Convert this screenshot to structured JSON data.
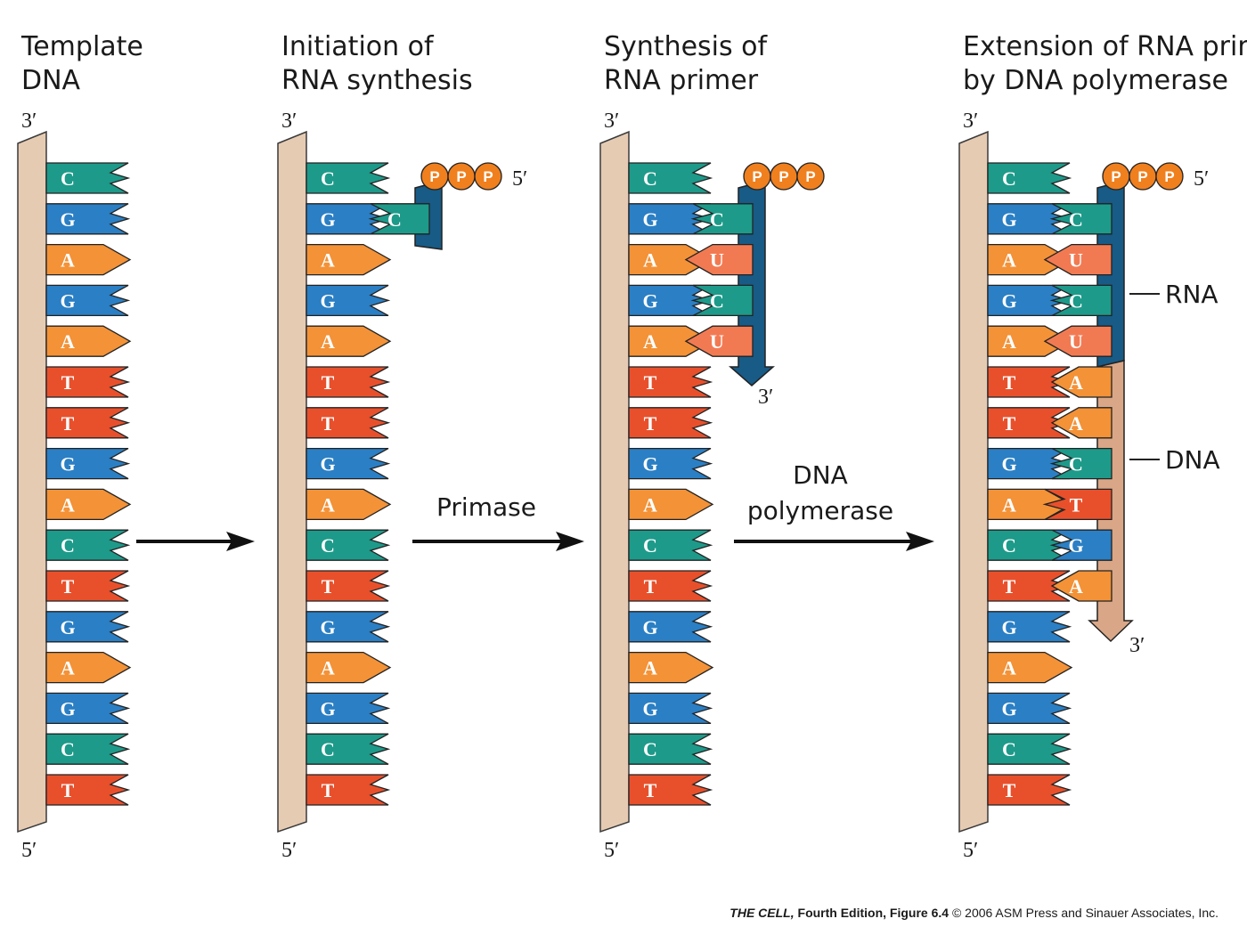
{
  "panels": [
    {
      "title": [
        "Template",
        "DNA"
      ],
      "template_top": "3′",
      "template_bottom": "5′",
      "template_bases": [
        "C",
        "G",
        "A",
        "G",
        "A",
        "T",
        "T",
        "G",
        "A",
        "C",
        "T",
        "G",
        "A",
        "G",
        "C",
        "T"
      ],
      "paired_bases": [],
      "triphosphate": [],
      "primer_5_end": "",
      "strand_3_end": "",
      "strand_labels": []
    },
    {
      "title": [
        "Initiation of",
        "RNA synthesis"
      ],
      "template_top": "3′",
      "template_bottom": "5′",
      "template_bases": [
        "C",
        "G",
        "A",
        "G",
        "A",
        "T",
        "T",
        "G",
        "A",
        "C",
        "T",
        "G",
        "A",
        "G",
        "C",
        "T"
      ],
      "paired_bases": [
        "C"
      ],
      "triphosphate": [
        "P",
        "P",
        "P"
      ],
      "primer_5_end": "5′",
      "strand_3_end": "",
      "strand_labels": []
    },
    {
      "title": [
        "Synthesis of",
        "RNA primer"
      ],
      "template_top": "3′",
      "template_bottom": "5′",
      "template_bases": [
        "C",
        "G",
        "A",
        "G",
        "A",
        "T",
        "T",
        "G",
        "A",
        "C",
        "T",
        "G",
        "A",
        "G",
        "C",
        "T"
      ],
      "paired_bases": [
        "C",
        "U",
        "C",
        "U"
      ],
      "triphosphate": [
        "P",
        "P",
        "P"
      ],
      "primer_5_end": "",
      "strand_3_end": "3′",
      "strand_labels": []
    },
    {
      "title": [
        "Extension of RNA primer",
        "by DNA polymerase"
      ],
      "template_top": "3′",
      "template_bottom": "5′",
      "template_bases": [
        "C",
        "G",
        "A",
        "G",
        "A",
        "T",
        "T",
        "G",
        "A",
        "C",
        "T",
        "G",
        "A",
        "G",
        "C",
        "T"
      ],
      "paired_bases": [
        "C",
        "U",
        "C",
        "U",
        "A",
        "A",
        "C",
        "T",
        "G",
        "A"
      ],
      "triphosphate": [
        "P",
        "P",
        "P"
      ],
      "primer_5_end": "5′",
      "strand_3_end": "3′",
      "strand_labels": [
        "RNA",
        "DNA"
      ]
    }
  ],
  "arrows": [
    {
      "label": []
    },
    {
      "label": [
        "Primase"
      ]
    },
    {
      "label": [
        "DNA",
        "polymerase"
      ]
    }
  ],
  "base_colors": {
    "C": "#1d9a8a",
    "G": "#2b7fc4",
    "A": "#f39237",
    "T": "#e8502c",
    "U": "#f27a52"
  },
  "colors": {
    "template_backbone": "#e6cbb3",
    "rna_backbone": "#175b86",
    "dna_backbone": "#d9a787",
    "phosphate": "#f07f1e"
  },
  "caption": {
    "book": "THE CELL,",
    "edition": " Fourth Edition,",
    "figure": " Figure 6.4",
    "rights": "  © 2006 ASM Press and Sinauer Associates, Inc."
  }
}
